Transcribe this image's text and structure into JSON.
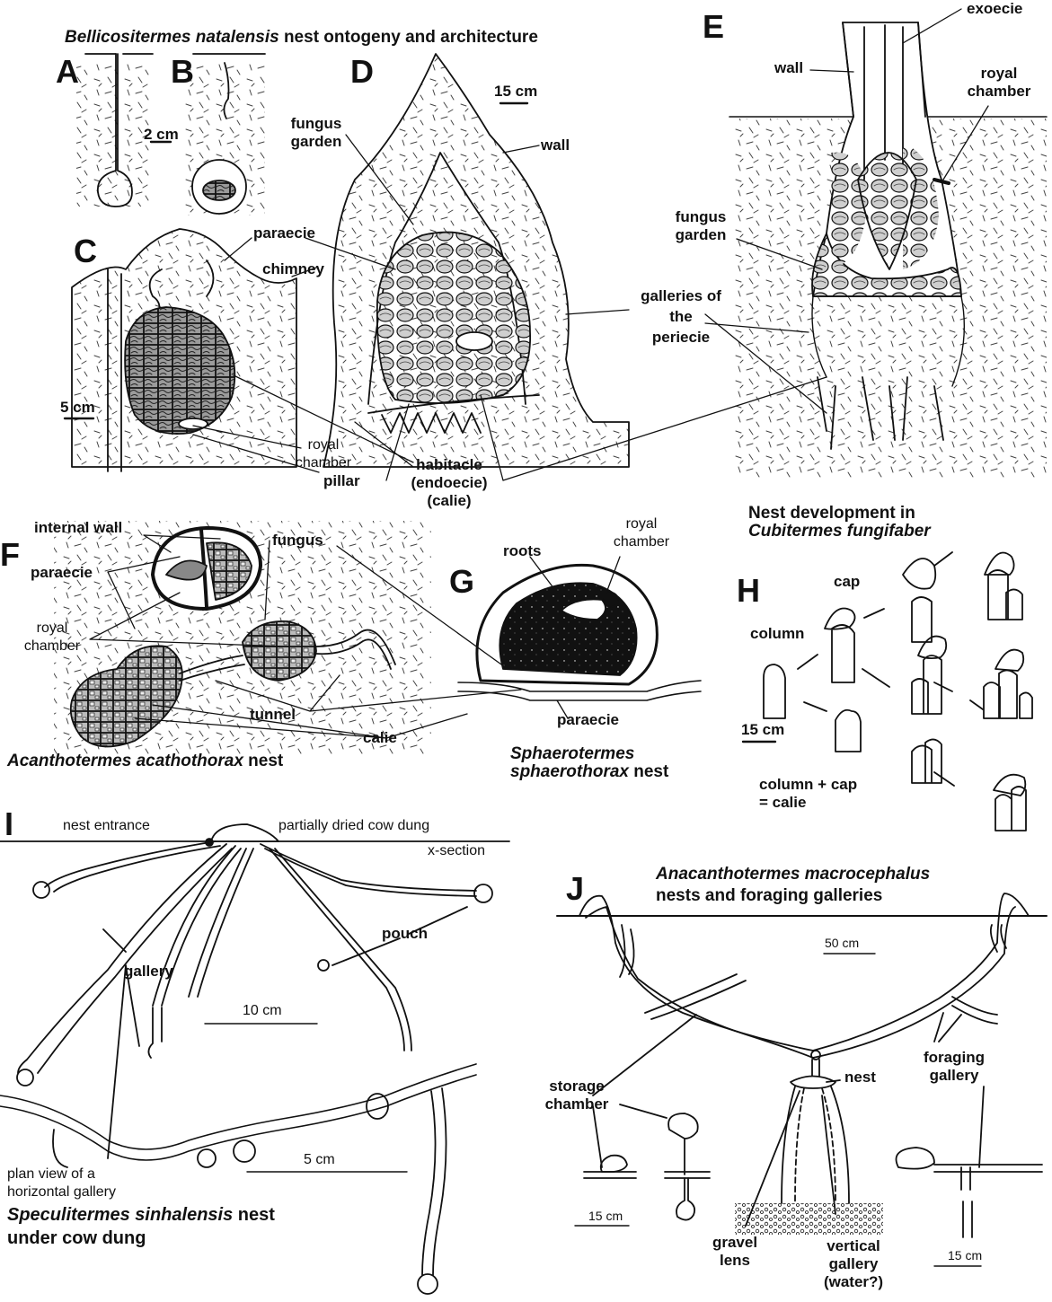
{
  "title": {
    "species": "Bellicositermes natalensis",
    "rest": " nest ontogeny and architecture"
  },
  "panels": {
    "a": "A",
    "b": "B",
    "c": "C",
    "d": "D",
    "e": "E",
    "f": "F",
    "g": "G",
    "h": "H",
    "i": "I",
    "j": "J"
  },
  "scales": {
    "a": "2 cm",
    "c": "5 cm",
    "d": "15 cm",
    "h": "15 cm",
    "i1": "10 cm",
    "i2": "5 cm",
    "j1": "50 cm",
    "j2": "15 cm",
    "j3": "15 cm"
  },
  "labels_top": {
    "fungus_garden": [
      "fungus",
      "garden"
    ],
    "paraecie": "paraecie",
    "chimney": "chimney",
    "wall_d": "wall",
    "wall_e": "wall",
    "exoecie": "exoecie",
    "royal_chamber_e": [
      "royal",
      "chamber"
    ],
    "fungus_garden_e": [
      "fungus",
      "garden"
    ],
    "galleries": [
      "galleries of",
      "the",
      "periecie"
    ],
    "royal_chamber_c": [
      "royal",
      "chamber"
    ],
    "pillar": "pillar",
    "habitacle": [
      "habitacle",
      "(endoecie)",
      "(calie)"
    ]
  },
  "panel_f": {
    "internal_wall": "internal wall",
    "fungus": "fungus",
    "paraecie": "paraecie",
    "royal_chamber": [
      "royal",
      "chamber"
    ],
    "tunnel": "tunnel",
    "calie": "calie",
    "caption_species": "Acanthotermes acathothorax",
    "caption_rest": " nest"
  },
  "panel_g": {
    "roots": "roots",
    "royal_chamber": [
      "royal",
      "chamber"
    ],
    "paraecie": "paraecie",
    "caption_line1": "Sphaerotermes",
    "caption_line2_species": "sphaerothorax",
    "caption_line2_rest": " nest"
  },
  "panel_h": {
    "heading_line1": "Nest development in",
    "heading_line2": "Cubitermes fungifaber",
    "cap": "cap",
    "column": "column",
    "formula": [
      "column + cap",
      "= calie"
    ]
  },
  "panel_i": {
    "nest_entrance": "nest entrance",
    "dung": "partially dried cow dung",
    "xsection": "x-section",
    "pouch": "pouch",
    "gallery": "gallery",
    "plan_view": [
      "plan view of a",
      "horizontal gallery"
    ],
    "caption_species": "Speculitermes sinhalensis",
    "caption_rest": " nest",
    "caption_line2": "under cow dung"
  },
  "panel_j": {
    "heading_species": "Anacanthotermes macrocephalus",
    "heading_line2": "nests and foraging galleries",
    "storage": [
      "storage",
      "chamber"
    ],
    "nest": "nest",
    "foraging": [
      "foraging",
      "gallery"
    ],
    "gravel": [
      "gravel",
      "lens"
    ],
    "vertical": [
      "vertical",
      "gallery",
      "(water?)"
    ]
  }
}
